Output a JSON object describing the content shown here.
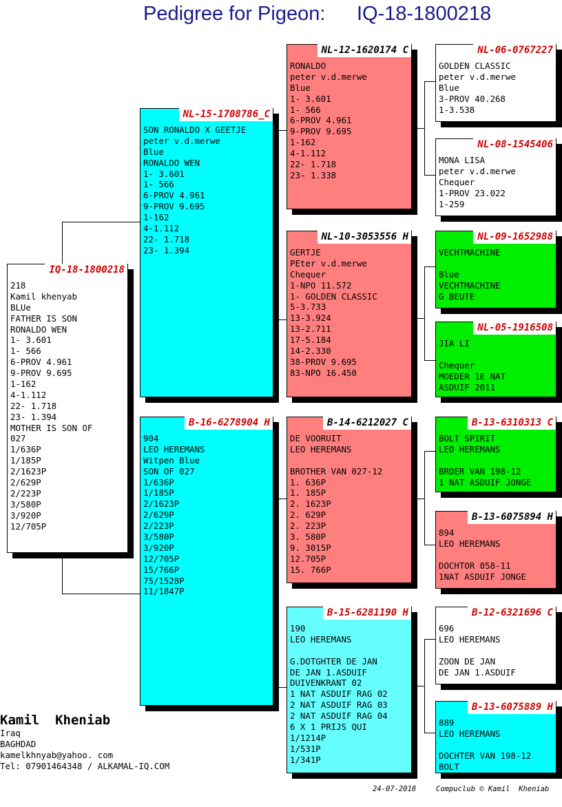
{
  "title": {
    "prefix": "Pedigree for Pigeon:",
    "ring": "IQ-18-1800218"
  },
  "cards": [
    {
      "id": "subject",
      "ring": "IQ-18-1800218",
      "lines": [
        "218",
        "Kamil khenyab",
        "BLUe",
        "FATHER IS SON",
        "RONALDO WEN",
        "1- 3.601",
        "1- 566",
        "6-PROV 4.961",
        "9-PROV 9.695",
        "1-162",
        "4-1.112",
        "22- 1.718",
        "23- 1.394",
        "MOTHER IS SON OF",
        "027",
        "1/636P",
        "1/185P",
        "2/1623P",
        "2/629P",
        "2/223P",
        "3/580P",
        "3/920P",
        "12/705P"
      ]
    },
    {
      "id": "sire",
      "ring": "NL-15-1708786_C",
      "lines": [
        "SON RONALDO X GEETJE",
        "peter v.d.merwe",
        "Blue",
        "RONALDO WEN",
        "1- 3.601",
        "1- 566",
        "6-PROV 4.961",
        "9-PROV 9.695",
        "1-162",
        "4-1.112",
        "22- 1.718",
        "23- 1.394"
      ]
    },
    {
      "id": "dam",
      "ring": "B-16-6278904 H",
      "lines": [
        "904",
        "LEO HEREMANS",
        "Witpen Blue",
        "SON OF 027",
        "1/636P",
        "1/185P",
        "2/1623P",
        "2/629P",
        "2/223P",
        "3/580P",
        "3/920P",
        "12/705P",
        "15/766P",
        "75/1528P",
        "11/1847P"
      ]
    },
    {
      "id": "ss",
      "ring": "NL-12-1620174 C",
      "lines": [
        "RONALDO",
        "peter v.d.merwe",
        "Blue",
        "1- 3.601",
        "1- 566",
        "6-PROV 4.961",
        "9-PROV 9.695",
        "1-162",
        "4-1.112",
        "22- 1.718",
        "23- 1.338"
      ]
    },
    {
      "id": "sd",
      "ring": "NL-10-3053556 H",
      "lines": [
        "GERTJE",
        "PEter v.d.merwe",
        "Chequer",
        "1-NPO 11.572",
        "1- GOLDEN CLASSIC",
        "5-3.733",
        "13-3.924",
        "13-2.711",
        "17-5.184",
        "14-2.330",
        "38-PROV 9.695",
        "83-NPO 16.450"
      ]
    },
    {
      "id": "ds",
      "ring": "B-14-6212027 C",
      "lines": [
        "DE VOORUIT",
        "LEO HEREMANS",
        "",
        "BROTHER VAN 027-12",
        "1. 636P",
        "1. 185P",
        "2. 1623P",
        "2. 629P",
        "2. 223P",
        "3. 580P",
        "9. 3015P",
        "12.705P",
        "15. 766P"
      ]
    },
    {
      "id": "dd",
      "ring": "B-15-6281190 H",
      "lines": [
        "190",
        "LEO HEREMANS",
        "",
        "G.DOTGHTER DE JAN",
        "DE JAN 1.ASDUIF",
        "DUIVENKRANT 02",
        "1 NAT ASDUIF RAG 02",
        "2 NAT ASDUIF RAG 03",
        "2 NAT ASDUIF RAG 04",
        "6 X 1 PRIJS QUI",
        "1/1214P",
        "1/531P",
        "1/341P"
      ]
    },
    {
      "id": "sss",
      "ring": "NL-06-0767227",
      "lines": [
        "GOLDEN CLASSIC",
        "peter v.d.merwe",
        "Blue",
        "3-PROV 40.268",
        "1-3.538"
      ]
    },
    {
      "id": "ssd",
      "ring": "NL-08-1545406",
      "lines": [
        "MONA LISA",
        "peter v.d.merwe",
        "Chequer",
        "1-PROV 23.022",
        "1-259"
      ]
    },
    {
      "id": "sds",
      "ring": "NL-09-1652988",
      "lines": [
        "VECHTMACHINE",
        "",
        "Blue",
        "VECHTMACHINE",
        "G BEUTE"
      ]
    },
    {
      "id": "sdd",
      "ring": "NL-05-1916508",
      "lines": [
        "JIA LI",
        "",
        "Chequer",
        "MOEDER 1E NAT",
        "ASDUIF 2011"
      ]
    },
    {
      "id": "dss",
      "ring": "B-13-6310313 C",
      "lines": [
        "BOLT SPIRIT",
        "LEO HEREMANS",
        "",
        "BROER VAN 198-12",
        "1 NAT ASDUIF JONGE"
      ]
    },
    {
      "id": "dsd",
      "ring": "B-13-6075894 H",
      "lines": [
        "894",
        "LEO HEREMANS",
        "",
        "DOCHTOR 058-11",
        "1NAT ASDUIF JONGE"
      ]
    },
    {
      "id": "dds",
      "ring": "B-12-6321696 C",
      "lines": [
        "696",
        "LEO HEREMANS",
        "",
        "ZOON DE JAN",
        "DE JAN 1.ASDUIF"
      ]
    },
    {
      "id": "ddd",
      "ring": "B-13-6075889 H",
      "lines": [
        "889",
        "LEO HEREMANS",
        "",
        "DOCHTER VAN 198-12",
        "BOLT"
      ]
    }
  ],
  "owner": {
    "name": "Kamil  Kheniab",
    "lines": [
      "Iraq",
      "BAGHDAD",
      "kamelkhnyab@yahoo. com",
      "Tel: 07901464348 / ALKAMAL-IQ.COM"
    ]
  },
  "footer": {
    "date": "24-07-2018",
    "credit": "Compuclub © Kamil  Kheniab"
  },
  "colors": {
    "white": "#ffffff",
    "cyan": "#00ffff",
    "red": "#ff7f7f",
    "green": "#00ee00",
    "ring_red": "#cc0000",
    "title_blue": "#1a1a8c"
  }
}
